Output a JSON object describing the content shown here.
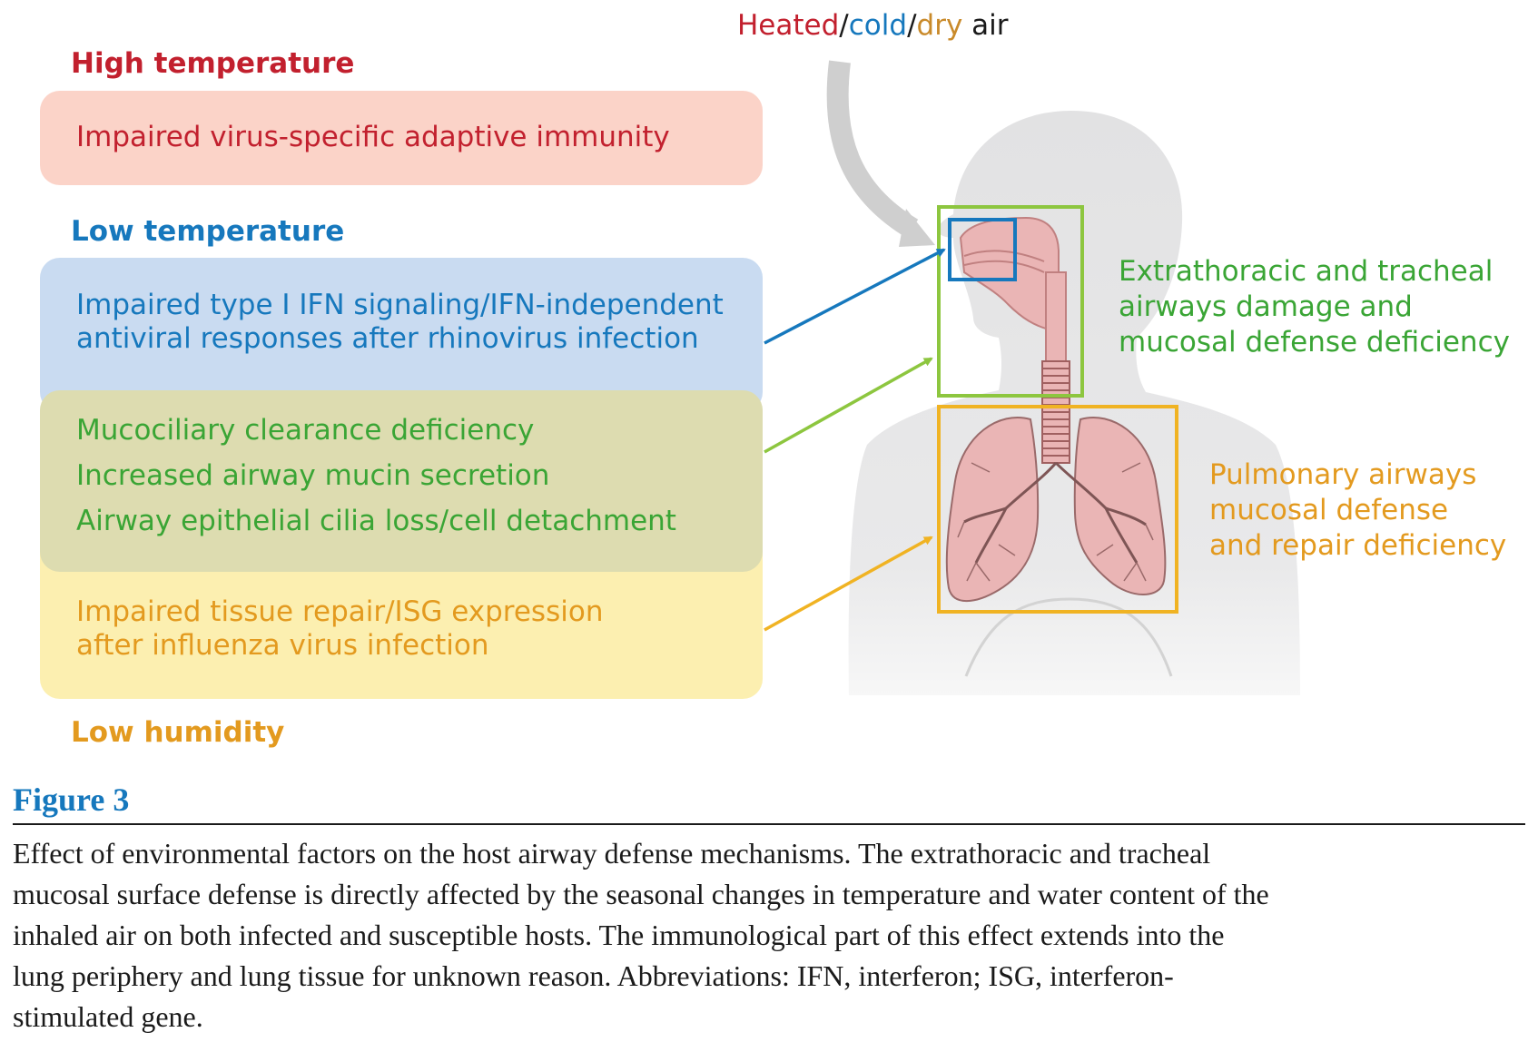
{
  "air_label": {
    "heated": "Heated",
    "sep1": "/",
    "cold": "cold",
    "sep2": "/",
    "dry": "dry",
    "air": " air"
  },
  "high_temperature": {
    "heading": "High temperature",
    "items": [
      "Impaired virus-specific adaptive immunity"
    ]
  },
  "low_temperature": {
    "heading": "Low temperature",
    "items": [
      "Impaired type I IFN signaling/IFN-independent",
      "antiviral responses after rhinovirus infection"
    ]
  },
  "both_factors": {
    "items": [
      "Mucociliary clearance deficiency",
      "Increased airway mucin secretion",
      "Airway epithelial cilia loss/cell detachment"
    ]
  },
  "low_humidity": {
    "heading": "Low humidity",
    "items": [
      "Impaired tissue repair/ISG expression",
      "after influenza virus infection"
    ]
  },
  "right_labels": {
    "extrathoracic": [
      "Extrathoracic and tracheal",
      "airways damage and",
      "mucosal defense deficiency"
    ],
    "pulmonary": [
      "Pulmonary airways",
      "mucosal defense",
      "and repair deficiency"
    ]
  },
  "colors": {
    "red": "#c2202e",
    "blue": "#1678bd",
    "green": "#3aa535",
    "orange": "#e39a1f",
    "box_red": "#fbd3c8",
    "box_blue": "#c9dbf1",
    "box_olive": "#dddcb0",
    "box_yellow": "#fcefb0",
    "frame_green": "#8dc63f",
    "frame_yellow": "#f0b323",
    "lung": "#eab5b5"
  },
  "caption": {
    "title": "Figure 3",
    "lines": [
      "Effect of environmental factors on the host airway defense mechanisms. The extrathoracic and tracheal",
      "mucosal surface defense is directly affected by the seasonal changes in temperature and water content of the",
      "inhaled air on both infected and susceptible hosts. The immunological part of this effect extends into the",
      "lung periphery and lung tissue for unknown reason. Abbreviations: IFN, interferon; ISG, interferon-",
      "stimulated gene."
    ]
  }
}
